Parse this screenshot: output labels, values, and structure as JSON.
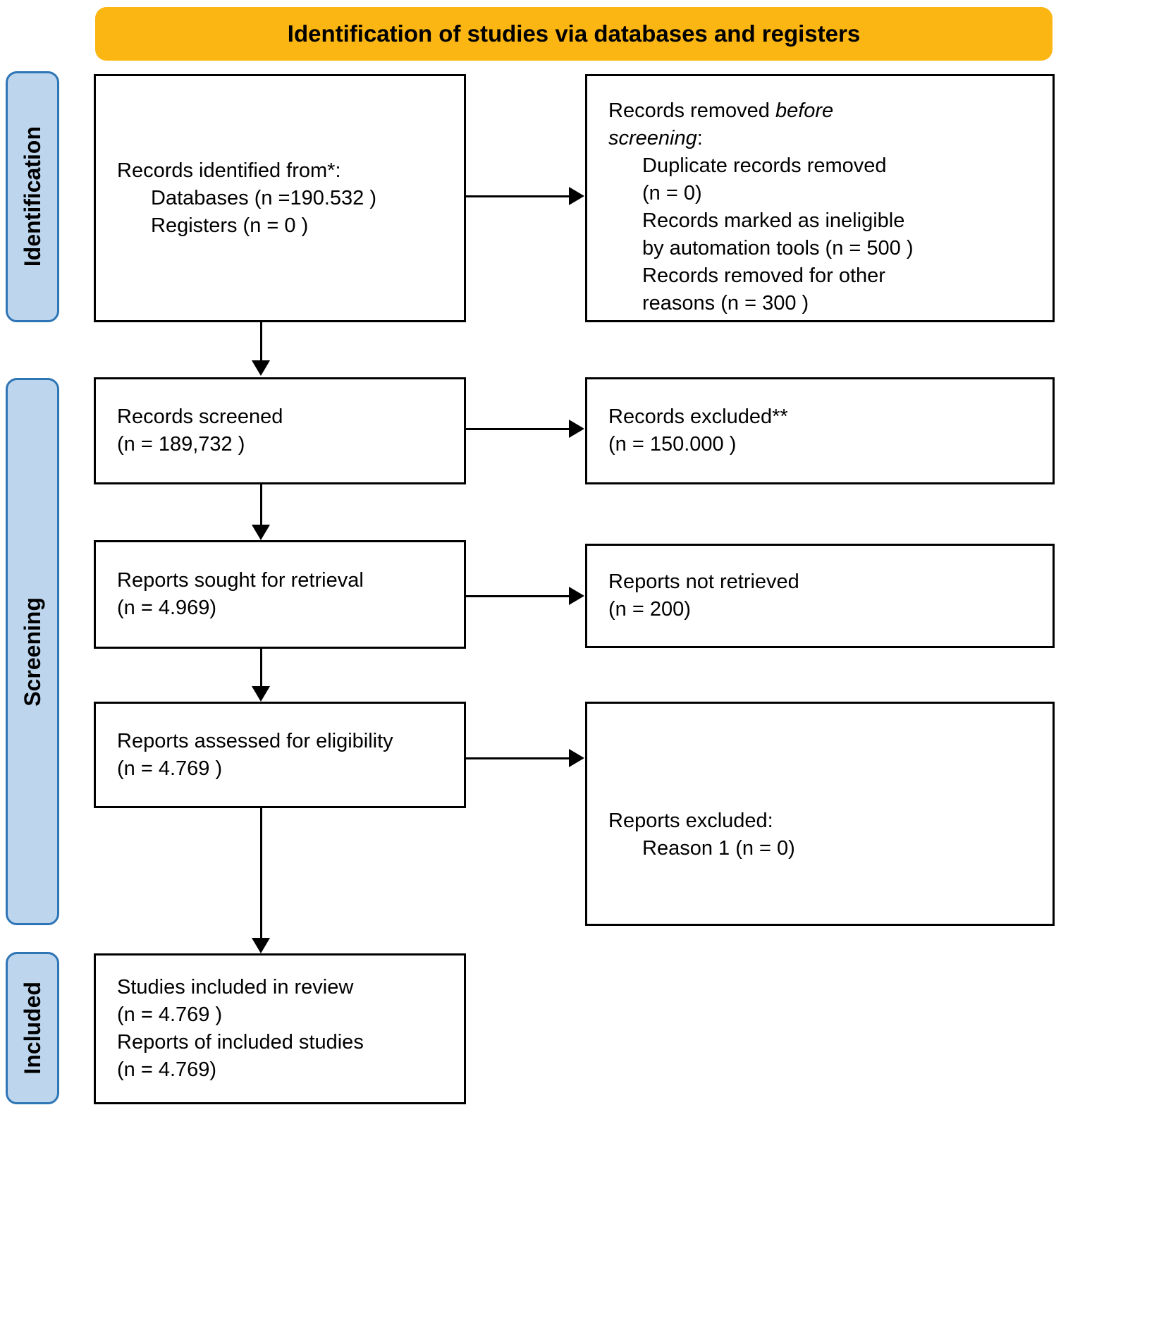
{
  "banner": {
    "title": "Identification of studies via databases and registers"
  },
  "colors": {
    "banner_bg": "#FBB614",
    "stage_bg": "#BDD6EE",
    "stage_border": "#2E75B6",
    "box_bg": "#FFFFFF",
    "box_border": "#000000",
    "arrow": "#000000",
    "text": "#000000"
  },
  "stages": [
    {
      "label": "Identification"
    },
    {
      "label": "Screening"
    },
    {
      "label": "Included"
    }
  ],
  "boxes": {
    "records_identified": {
      "title": "Records identified from*:",
      "items": [
        "Databases (n =190.532 )",
        "Registers (n = 0 )"
      ]
    },
    "records_removed": {
      "title_part1": "Records removed ",
      "title_italic_line1": "before",
      "title_italic_line2": "screening",
      "title_colon": ":",
      "items": [
        "Duplicate records removed",
        "(n = 0)",
        "Records marked as ineligible",
        "by automation tools (n = 500 )",
        "Records removed for other",
        "reasons (n = 300 )"
      ]
    },
    "records_screened": {
      "lines": [
        "Records screened",
        "(n = 189,732 )"
      ]
    },
    "records_excluded": {
      "lines": [
        "Records excluded**",
        "(n = 150.000 )"
      ]
    },
    "reports_sought": {
      "lines": [
        "Reports sought for retrieval",
        "(n = 4.969)"
      ]
    },
    "reports_not_retrieved": {
      "lines": [
        "Reports not retrieved",
        "(n = 200)"
      ]
    },
    "reports_assessed": {
      "lines": [
        "Reports assessed for eligibility",
        "(n = 4.769 )"
      ]
    },
    "reports_excluded": {
      "title": "Reports excluded:",
      "items": [
        "Reason 1 (n = 0)"
      ]
    },
    "studies_included": {
      "lines": [
        "Studies included in review",
        "(n = 4.769 )",
        "Reports of included studies",
        "(n = 4.769)"
      ]
    }
  }
}
